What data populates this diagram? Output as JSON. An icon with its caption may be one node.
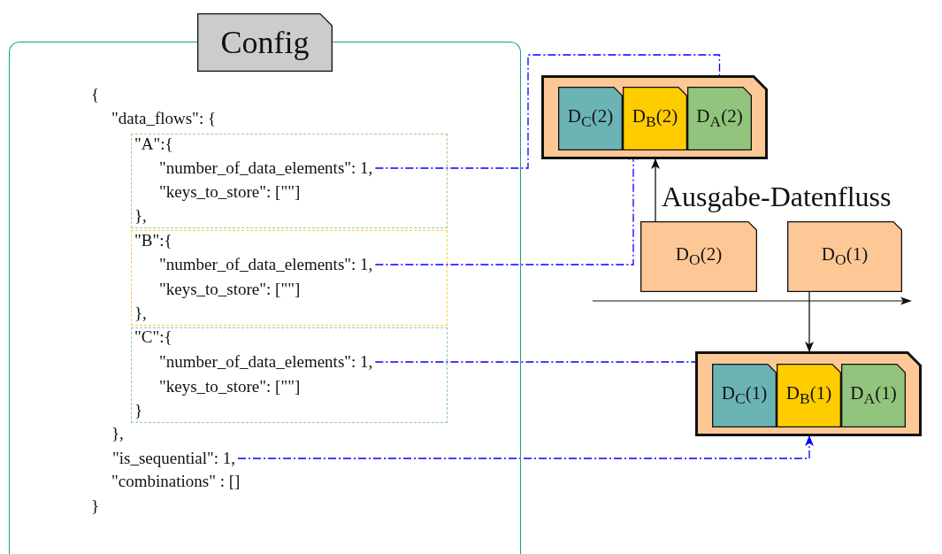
{
  "diagram": {
    "nodes": [
      {
        "text": [],
        "shape": "box"
      },
      {
        "text": [
          "Config"
        ]
      },
      {
        "text": [
          "\"A\":{",
          "\"keys_to_store\": [\"\"]",
          "},"
        ],
        "in": 0
      },
      {
        "text": [
          "\"number_of_data_elements\": 1,"
        ],
        "in": 2
      },
      {
        "text": [
          "\"B\":{",
          "\"keys_to_store\": [\"\"]",
          "},"
        ],
        "in": 0
      },
      {
        "text": [
          "\"number_of_data_elements\": 1,"
        ],
        "in": 4
      },
      {
        "text": [
          "\"C\":{",
          "\"keys_to_store\": [\"\"]",
          "}"
        ],
        "in": 0
      },
      {
        "text": [
          "\"number_of_data_elements\": 1,"
        ],
        "in": 6
      },
      {
        "text": [
          "\"is_sequential\": 1,"
        ],
        "in": 0
      },
      {
        "text": [],
        "shape": "box"
      },
      {
        "text": [
          "D$_{C}$(2)"
        ],
        "in": 9
      },
      {
        "text": [
          "D$_{B}$(2)"
        ],
        "in": 9
      },
      {
        "text": [
          "D$_{A}$(2)"
        ],
        "in": 9
      },
      {
        "text": [
          "D$_{O}$(2)"
        ]
      },
      {
        "text": [
          "D$_{O}$(1)"
        ]
      },
      {
        "text": [],
        "shape": "box"
      },
      {
        "text": [
          "D$_{C}$(1)"
        ],
        "in": 15
      },
      {
        "text": [
          "D$_{B}$(1)"
        ],
        "in": 15
      },
      {
        "text": [
          "D$_{A}$(1)"
        ],
        "in": 15
      }
    ],
    "edges": [
      {
        "from": 3,
        "to": 12,
        "arrow": "to",
        "style": "dashed",
        "color": "#0000ff"
      },
      {
        "from": 5,
        "to": 11,
        "arrow": "to",
        "style": "dashed",
        "color": "#0000ff"
      },
      {
        "from": 7,
        "to": 16,
        "arrow": "to",
        "style": "dashed",
        "color": "#0000ff"
      },
      {
        "from": 8,
        "to": 15,
        "arrow": "to",
        "style": "dashed",
        "color": "#0000ff"
      },
      {
        "from": 13,
        "to": 9,
        "arrow": "to",
        "label": "Ausgabe-Datenfluss",
        "color": "#111111"
      },
      {
        "from": 14,
        "to": 15,
        "arrow": "to",
        "color": "#111111"
      }
    ],
    "labels": [
      "{",
      "\"data_flows\": {",
      "},",
      "\"combinations\" : []",
      "}"
    ]
  }
}
